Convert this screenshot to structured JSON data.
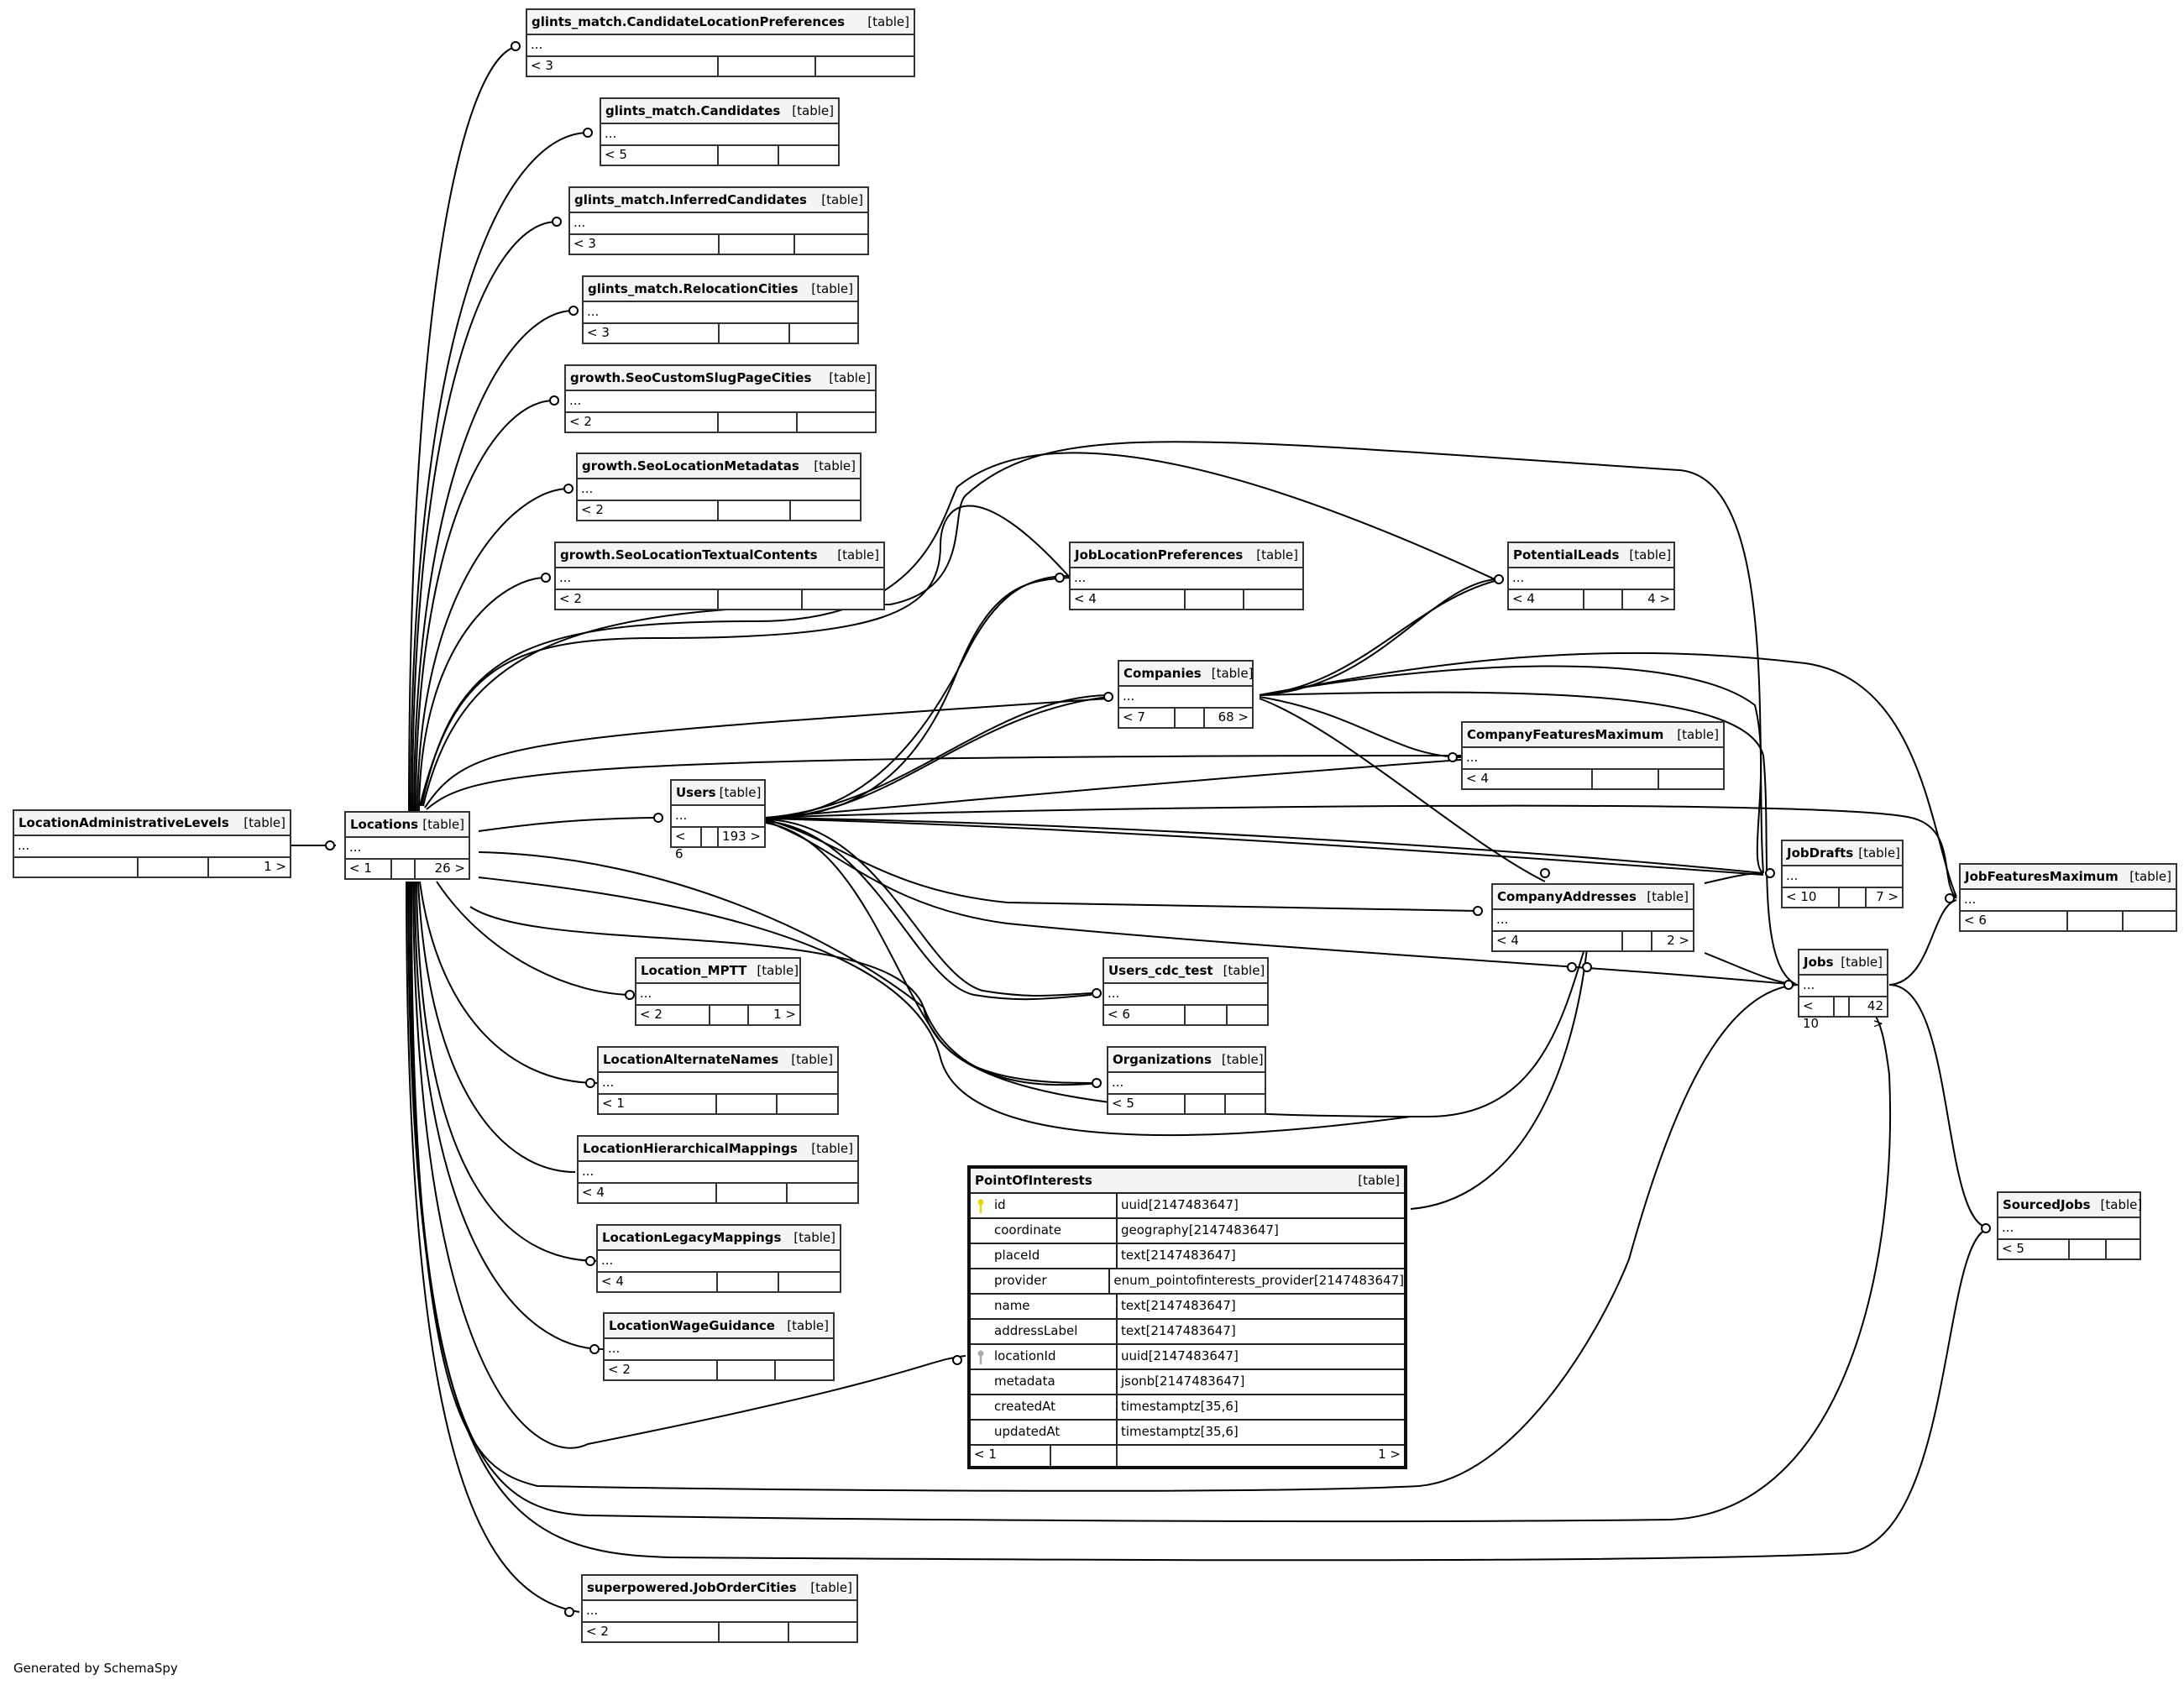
{
  "diagram": {
    "footer": "Generated by SchemaSpy",
    "type_label": "[table]",
    "ellipsis": "..."
  },
  "tables": {
    "candidateLocationPreferences": {
      "name": "glints_match.CandidateLocationPreferences",
      "left": "< 3",
      "right": ""
    },
    "candidates": {
      "name": "glints_match.Candidates",
      "left": "< 5",
      "right": ""
    },
    "inferredCandidates": {
      "name": "glints_match.InferredCandidates",
      "left": "< 3",
      "right": ""
    },
    "relocationCities": {
      "name": "glints_match.RelocationCities",
      "left": "< 3",
      "right": ""
    },
    "seoCustomSlugPageCities": {
      "name": "growth.SeoCustomSlugPageCities",
      "left": "< 2",
      "right": ""
    },
    "seoLocationMetadatas": {
      "name": "growth.SeoLocationMetadatas",
      "left": "< 2",
      "right": ""
    },
    "seoLocationTextualContents": {
      "name": "growth.SeoLocationTextualContents",
      "left": "< 2",
      "right": ""
    },
    "locationAdministrativeLevels": {
      "name": "LocationAdministrativeLevels",
      "left": "",
      "right": "1 >"
    },
    "locations": {
      "name": "Locations",
      "left": "< 1",
      "right": "26 >"
    },
    "users": {
      "name": "Users",
      "left": "< 6",
      "right": "193 >"
    },
    "jobLocationPreferences": {
      "name": "JobLocationPreferences",
      "left": "< 4",
      "right": ""
    },
    "potentialLeads": {
      "name": "PotentialLeads",
      "left": "< 4",
      "right": "4 >"
    },
    "companies": {
      "name": "Companies",
      "left": "< 7",
      "right": "68 >"
    },
    "companyFeaturesMaximum": {
      "name": "CompanyFeaturesMaximum",
      "left": "< 4",
      "right": ""
    },
    "companyAddresses": {
      "name": "CompanyAddresses",
      "left": "< 4",
      "right": "2 >"
    },
    "jobDrafts": {
      "name": "JobDrafts",
      "left": "< 10",
      "right": "7 >"
    },
    "jobFeaturesMaximum": {
      "name": "JobFeaturesMaximum",
      "left": "< 6",
      "right": ""
    },
    "jobs": {
      "name": "Jobs",
      "left": "< 10",
      "right": "42 >"
    },
    "usersCdcTest": {
      "name": "Users_cdc_test",
      "left": "< 6",
      "right": ""
    },
    "organizations": {
      "name": "Organizations",
      "left": "< 5",
      "right": ""
    },
    "locationMptt": {
      "name": "Location_MPTT",
      "left": "< 2",
      "right": "1 >"
    },
    "locationAlternateNames": {
      "name": "LocationAlternateNames",
      "left": "< 1",
      "right": ""
    },
    "locationHierarchicalMappings": {
      "name": "LocationHierarchicalMappings",
      "left": "< 4",
      "right": ""
    },
    "locationLegacyMappings": {
      "name": "LocationLegacyMappings",
      "left": "< 4",
      "right": ""
    },
    "locationWageGuidance": {
      "name": "LocationWageGuidance",
      "left": "< 2",
      "right": ""
    },
    "sourcedJobs": {
      "name": "SourcedJobs",
      "left": "< 5",
      "right": ""
    },
    "jobOrderCities": {
      "name": "superpowered.JobOrderCities",
      "left": "< 2",
      "right": ""
    }
  },
  "pointOfInterests": {
    "name": "PointOfInterests",
    "type": "[table]",
    "columns": [
      {
        "name": "id",
        "type": "uuid[2147483647]",
        "key": "primary"
      },
      {
        "name": "coordinate",
        "type": "geography[2147483647]",
        "key": ""
      },
      {
        "name": "placeId",
        "type": "text[2147483647]",
        "key": ""
      },
      {
        "name": "provider",
        "type": "enum_pointofinterests_provider[2147483647]",
        "key": ""
      },
      {
        "name": "name",
        "type": "text[2147483647]",
        "key": ""
      },
      {
        "name": "addressLabel",
        "type": "text[2147483647]",
        "key": ""
      },
      {
        "name": "locationId",
        "type": "uuid[2147483647]",
        "key": "foreign"
      },
      {
        "name": "metadata",
        "type": "jsonb[2147483647]",
        "key": ""
      },
      {
        "name": "createdAt",
        "type": "timestamptz[35,6]",
        "key": ""
      },
      {
        "name": "updatedAt",
        "type": "timestamptz[35,6]",
        "key": ""
      }
    ],
    "left": "< 1",
    "right": "1 >"
  },
  "colors": {
    "primary_key": "#e8d800",
    "foreign_key": "#aaaaaa",
    "header_bg": "#f4f4f4",
    "line": "#000000"
  }
}
